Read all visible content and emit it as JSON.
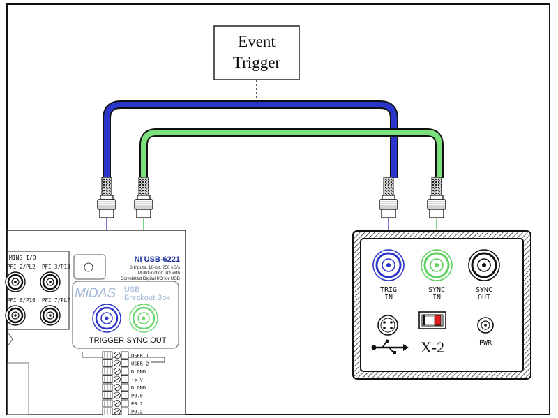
{
  "event_trigger": {
    "line1": "Event",
    "line2": "Trigger"
  },
  "cables": {
    "trigger_color": "#2b35c9",
    "sync_color": "#7be07b"
  },
  "usb_box": {
    "timing_label": "MING I/O",
    "ports": [
      "PFI 2/PL2",
      "PFI 3/P13",
      "PFI 6/P16",
      "PFI 7/PL7"
    ],
    "model": "NI USB-6221",
    "desc1": "8 Inputs, 16-bit, 250 kS/s",
    "desc2": "Multifunction I/O with",
    "desc3": "Correlated Digital I/O for USB",
    "brand": "MiDAS",
    "brand_sub1": "USB",
    "brand_sub2": "Breakout Box",
    "trigger_label": "TRIGGER",
    "sync_out_label": "SYNC OUT",
    "terminals": [
      "USER 1",
      "USER 2",
      "D GND",
      "+5 V",
      "D GND",
      "P0.0",
      "P0.1",
      "P0.2"
    ]
  },
  "x2": {
    "trig_in": [
      "TRIG",
      "IN"
    ],
    "sync_in": [
      "SYNC",
      "IN"
    ],
    "sync_out": [
      "SYNC",
      "OUT"
    ],
    "model": "X-2",
    "pwr": "PWR",
    "switch_color": "#e02020"
  }
}
